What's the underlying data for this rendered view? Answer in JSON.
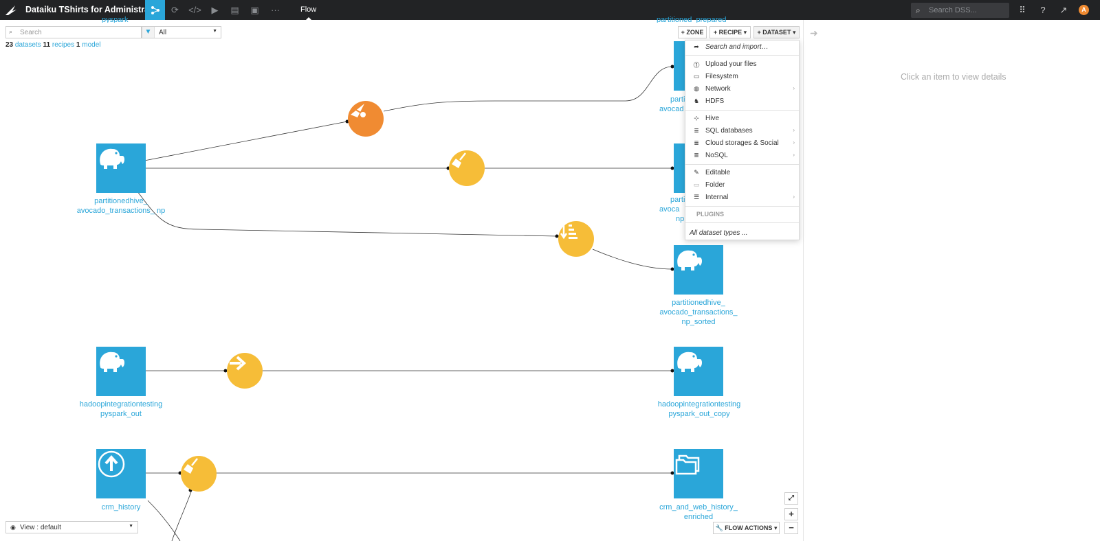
{
  "topbar": {
    "project_title": "Dataiku TShirts for Administrator",
    "active_view": "Flow",
    "search_placeholder": "Search DSS...",
    "avatar_letter": "A",
    "nav_icons": [
      "flow-icon",
      "refresh-icon",
      "code-icon",
      "run-icon",
      "dashboard-icon",
      "wiki-icon",
      "more-icon"
    ]
  },
  "filter": {
    "search_placeholder": "Search",
    "type_value": "All"
  },
  "counts": {
    "datasets_n": "23",
    "datasets_label": "datasets",
    "recipes_n": "11",
    "recipes_label": "recipes",
    "models_n": "1",
    "models_label": "model"
  },
  "toolbar": {
    "zone": "+ ZONE",
    "recipe": "+ RECIPE",
    "dataset": "+ DATASET"
  },
  "dataset_menu": {
    "items": [
      {
        "label": "Search and import…",
        "icon": "share-icon",
        "submenu": false
      },
      {
        "label": "Upload your files",
        "icon": "upload-icon",
        "submenu": false
      },
      {
        "label": "Filesystem",
        "icon": "folder-icon",
        "submenu": false
      },
      {
        "label": "Network",
        "icon": "globe-icon",
        "submenu": true
      },
      {
        "label": "HDFS",
        "icon": "hadoop-icon",
        "submenu": false
      },
      {
        "label": "Hive",
        "icon": "hive-icon",
        "submenu": false
      },
      {
        "label": "SQL databases",
        "icon": "database-icon",
        "submenu": true
      },
      {
        "label": "Cloud storages & Social",
        "icon": "database-icon",
        "submenu": true
      },
      {
        "label": "NoSQL",
        "icon": "database-icon",
        "submenu": true
      },
      {
        "label": "Editable",
        "icon": "pencil-icon",
        "submenu": false
      },
      {
        "label": "Folder",
        "icon": "folder-icon",
        "submenu": false
      },
      {
        "label": "Internal",
        "icon": "list-icon",
        "submenu": true
      }
    ],
    "plugins_header": "PLUGINS",
    "all_types": "All dataset types ..."
  },
  "side_panel": {
    "hint": "Click an item to view details"
  },
  "flow": {
    "datasets": [
      {
        "label": "partitionedhive_ avocado_transactions_ np"
      },
      {
        "label": "partitionedhive_ avocado_transactions_ np_sorted"
      },
      {
        "label": "hadoopintegrationtesting pyspark_out"
      },
      {
        "label": "hadoopintegrationtesting pyspark_out_copy"
      },
      {
        "label": "crm_history"
      },
      {
        "label": "crm_and_web_history_ enriched"
      }
    ],
    "partial_labels": {
      "top_left": "pyspark",
      "top_right": "partitioned_prepared",
      "r1_a": "parti",
      "r1_b": "avocad",
      "r2_a": "parti",
      "r2_b": "avoca",
      "r2_c": "np"
    }
  },
  "bottom": {
    "view_label": "View : default",
    "flow_actions": "FLOW ACTIONS",
    "zoom_in": "+",
    "zoom_out": "−"
  },
  "colors": {
    "accent": "#2aa6d9",
    "recipe_yellow": "#f6bd38",
    "recipe_orange": "#f08b32",
    "topbar": "#222325"
  }
}
